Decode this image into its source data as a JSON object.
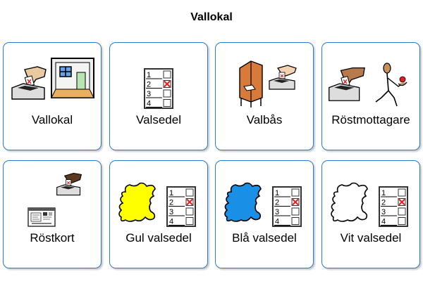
{
  "page": {
    "title": "Vallokal"
  },
  "colors": {
    "card_border": "#2b7cc9",
    "check_mark": "#e02020"
  },
  "cards": [
    {
      "label": "Vallokal",
      "icons": [
        "ballot-box-icon",
        "polling-station-icon"
      ]
    },
    {
      "label": "Valsedel",
      "icons": [
        "ballot-paper-icon"
      ]
    },
    {
      "label": "Valbås",
      "icons": [
        "voting-booth-icon",
        "ballot-box-icon"
      ]
    },
    {
      "label": "Röstmottagare",
      "icons": [
        "ballot-box-icon",
        "election-official-icon"
      ]
    },
    {
      "label": "Röstkort",
      "icons": [
        "voting-card-icon",
        "ballot-box-icon"
      ]
    },
    {
      "label": "Gul valsedel",
      "icons": [
        "yellow-blob-icon",
        "ballot-paper-icon"
      ],
      "color": "#ffff00"
    },
    {
      "label": "Blå valsedel",
      "icons": [
        "blue-blob-icon",
        "ballot-paper-icon"
      ],
      "color": "#1a8fe6"
    },
    {
      "label": "Vit valsedel",
      "icons": [
        "white-blob-icon",
        "ballot-paper-icon"
      ],
      "color": "#ffffff"
    }
  ],
  "ballot": {
    "rows": [
      "1",
      "2",
      "3",
      "4"
    ],
    "checked_index": 1
  }
}
